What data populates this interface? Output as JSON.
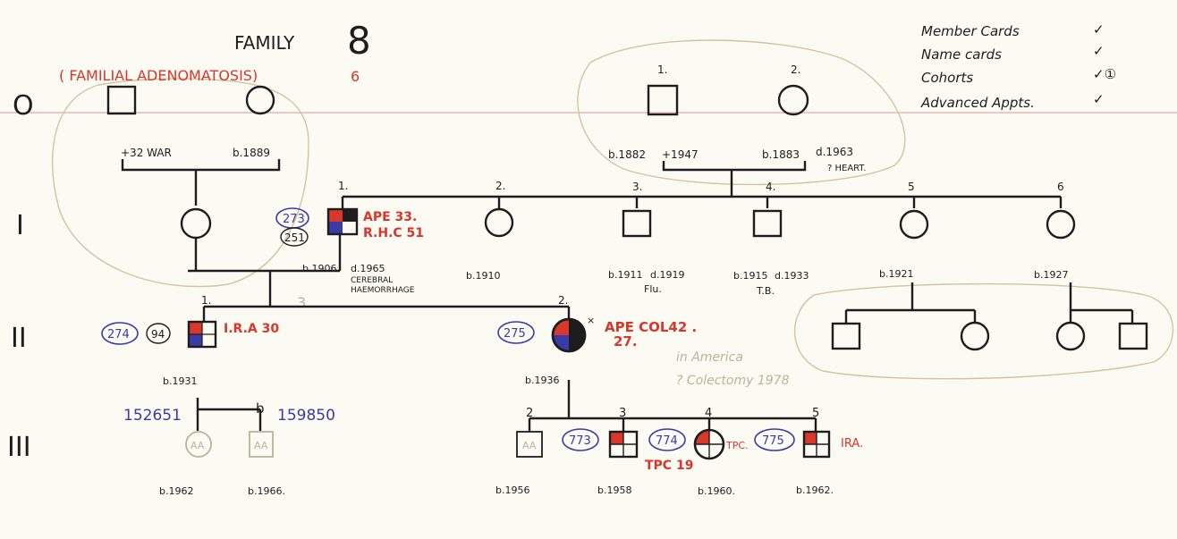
{
  "header": {
    "family_label": "FAMILY",
    "family_number": "8",
    "condition": "( FAMILIAL   ADENOMATOSIS)",
    "condition_number": "6"
  },
  "checklist": [
    {
      "label": "Member Cards",
      "mark": "✓"
    },
    {
      "label": "Name cards",
      "mark": "✓"
    },
    {
      "label": "Cohorts",
      "mark": "✓①"
    },
    {
      "label": "Advanced Appts.",
      "mark": "✓"
    }
  ],
  "generations": [
    "O",
    "I",
    "II",
    "III"
  ],
  "gen0": {
    "num1": "1.",
    "num2": "2.",
    "left_note1": "+32 WAR",
    "left_note2": "b.1889",
    "right_note1": "b.1882",
    "right_note2": "+1947",
    "right_note3": "b.1883",
    "right_note4": "d.1963",
    "right_note5": "? HEART."
  },
  "gen1": {
    "nums": [
      "1.",
      "2.",
      "3.",
      "4.",
      "5",
      "6"
    ],
    "id1": "273",
    "id2": "251",
    "label1a": "APE 33.",
    "label1b": "R.H.C 51",
    "born_a": "b.1906",
    "died_a": "d.1965",
    "cause_a1": "CEREBRAL",
    "cause_a2": "HAEMORRHAGE",
    "born2": "b.1910",
    "born3": "b.1911",
    "died3": "d.1919",
    "cause3": "Flu.",
    "born4": "b.1915",
    "died4": "d.1933",
    "cause4": "T.B.",
    "born5": "b.1921",
    "born6": "b.1927",
    "faint3": "3"
  },
  "gen2": {
    "num1": "1.",
    "num2": "2.",
    "id1": "274",
    "id1b": "94",
    "label1": "I.R.A 30",
    "id2": "275",
    "label2a": "APE COL42 .",
    "label2b": "27.",
    "faint_note1": "in America",
    "faint_note2": "? Colectomy 1978",
    "born1": "b.1931",
    "born_f": "b.1936"
  },
  "gen3": {
    "left_id1": "152651",
    "left_id2": "159850",
    "left_b_label": "b",
    "aa1": "AA",
    "aa2": "AA",
    "aa3": "AA",
    "nums": [
      "2",
      "3",
      "4",
      "5"
    ],
    "id3": "773",
    "id4": "774",
    "id5": "775",
    "tpc19": "TPC 19",
    "tpc": "TPC.",
    "ira": "IRA.",
    "births": [
      "b.1962",
      "b.1966.",
      "b.1956",
      "b.1958",
      "b.1960.",
      "b.1962."
    ]
  }
}
